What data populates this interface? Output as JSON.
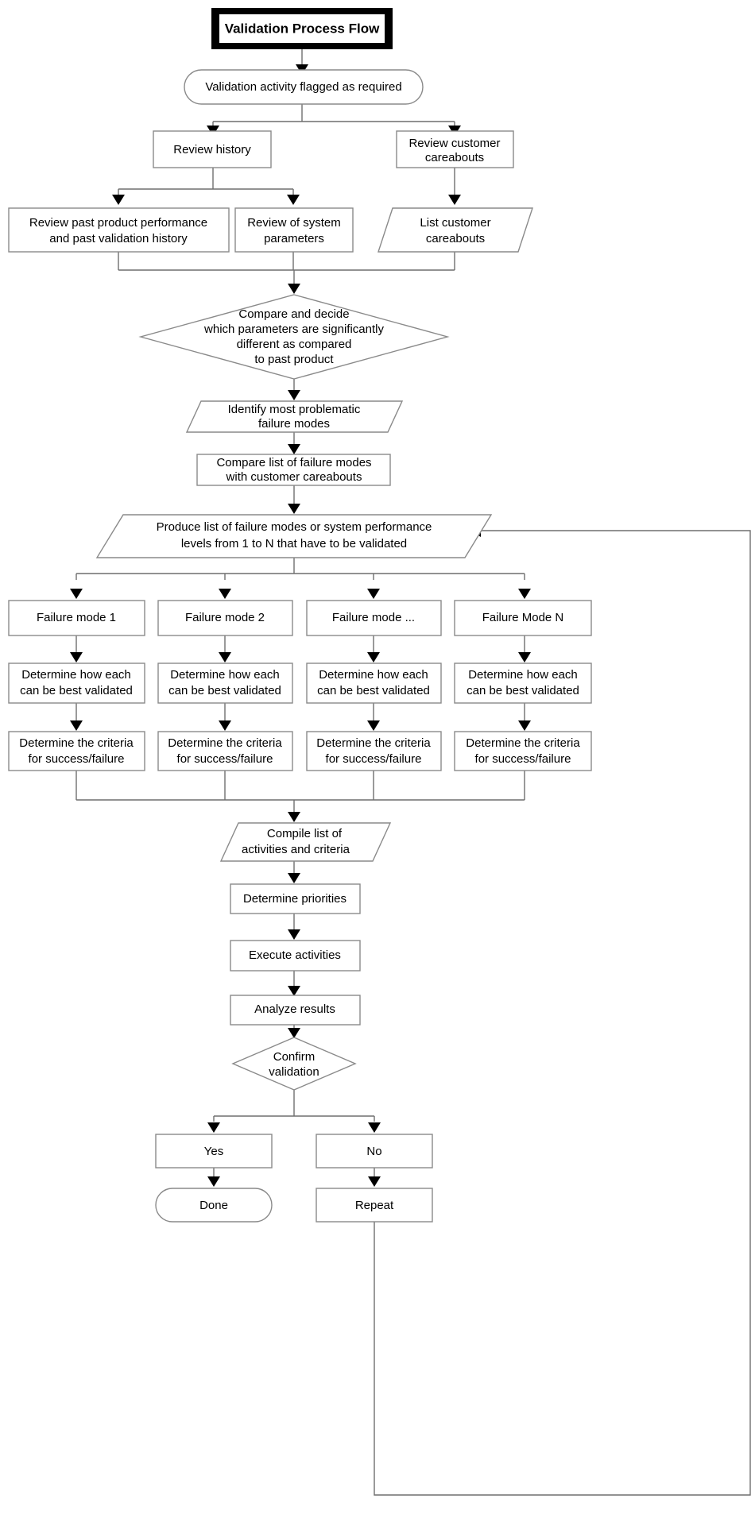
{
  "diagram": {
    "title": "Validation Process Flow",
    "type": "flowchart",
    "orientation": "top-to-bottom",
    "background_color": "#ffffff",
    "stroke_color": "#8a8a8a",
    "arrow_color": "#000000",
    "text_color": "#000000"
  },
  "nodes": {
    "title": {
      "label": "Validation Process Flow",
      "shape": "thick-rectangle"
    },
    "start": {
      "label": "Validation activity flagged as required",
      "shape": "stadium"
    },
    "review_history": {
      "label": "Review history",
      "shape": "rectangle"
    },
    "review_customer_careabouts": {
      "line1": "Review customer",
      "line2": "careabouts",
      "shape": "rectangle"
    },
    "review_past_product": {
      "line1": "Review past product performance",
      "line2": "and past validation history",
      "shape": "rectangle"
    },
    "review_system_params": {
      "line1": "Review of system",
      "line2": "parameters",
      "shape": "rectangle"
    },
    "list_customer_careabouts": {
      "line1": "List customer",
      "line2": "careabouts",
      "shape": "parallelogram"
    },
    "compare_decide": {
      "line1": "Compare and decide",
      "line2": "which parameters are significantly",
      "line3": "different as compared",
      "line4": "to past product",
      "shape": "diamond"
    },
    "identify_failure_modes": {
      "line1": "Identify most problematic",
      "line2": "failure modes",
      "shape": "parallelogram"
    },
    "compare_list": {
      "line1": "Compare list of failure modes",
      "line2": "with customer careabouts",
      "shape": "rectangle"
    },
    "produce_list": {
      "line1": "Produce list of failure modes or system performance",
      "line2": "levels from 1 to N that have to be validated",
      "shape": "parallelogram"
    },
    "compile_list": {
      "line1": "Compile list of",
      "line2": "activities and criteria",
      "shape": "parallelogram"
    },
    "determine_priorities": {
      "label": "Determine priorities",
      "shape": "rectangle"
    },
    "execute_activities": {
      "label": "Execute activities",
      "shape": "rectangle"
    },
    "analyze_results": {
      "label": "Analyze results",
      "shape": "rectangle"
    },
    "confirm_validation": {
      "line1": "Confirm",
      "line2": "validation",
      "shape": "diamond"
    },
    "yes": {
      "label": "Yes",
      "shape": "rectangle"
    },
    "no": {
      "label": "No",
      "shape": "rectangle"
    },
    "done": {
      "label": "Done",
      "shape": "stadium"
    },
    "repeat": {
      "label": "Repeat",
      "shape": "rectangle"
    }
  },
  "failure_columns": [
    {
      "mode": "Failure mode 1",
      "determine_how_l1": "Determine how each",
      "determine_how_l2": "can be best validated",
      "criteria_l1": "Determine the criteria",
      "criteria_l2": "for success/failure"
    },
    {
      "mode": "Failure mode 2",
      "determine_how_l1": "Determine how each",
      "determine_how_l2": "can be best validated",
      "criteria_l1": "Determine the criteria",
      "criteria_l2": "for success/failure"
    },
    {
      "mode": "Failure mode ...",
      "determine_how_l1": "Determine how each",
      "determine_how_l2": "can be best validated",
      "criteria_l1": "Determine the criteria",
      "criteria_l2": "for success/failure"
    },
    {
      "mode": "Failure Mode N",
      "determine_how_l1": "Determine how each",
      "determine_how_l2": "can be best validated",
      "criteria_l1": "Determine the criteria",
      "criteria_l2": "for success/failure"
    }
  ]
}
